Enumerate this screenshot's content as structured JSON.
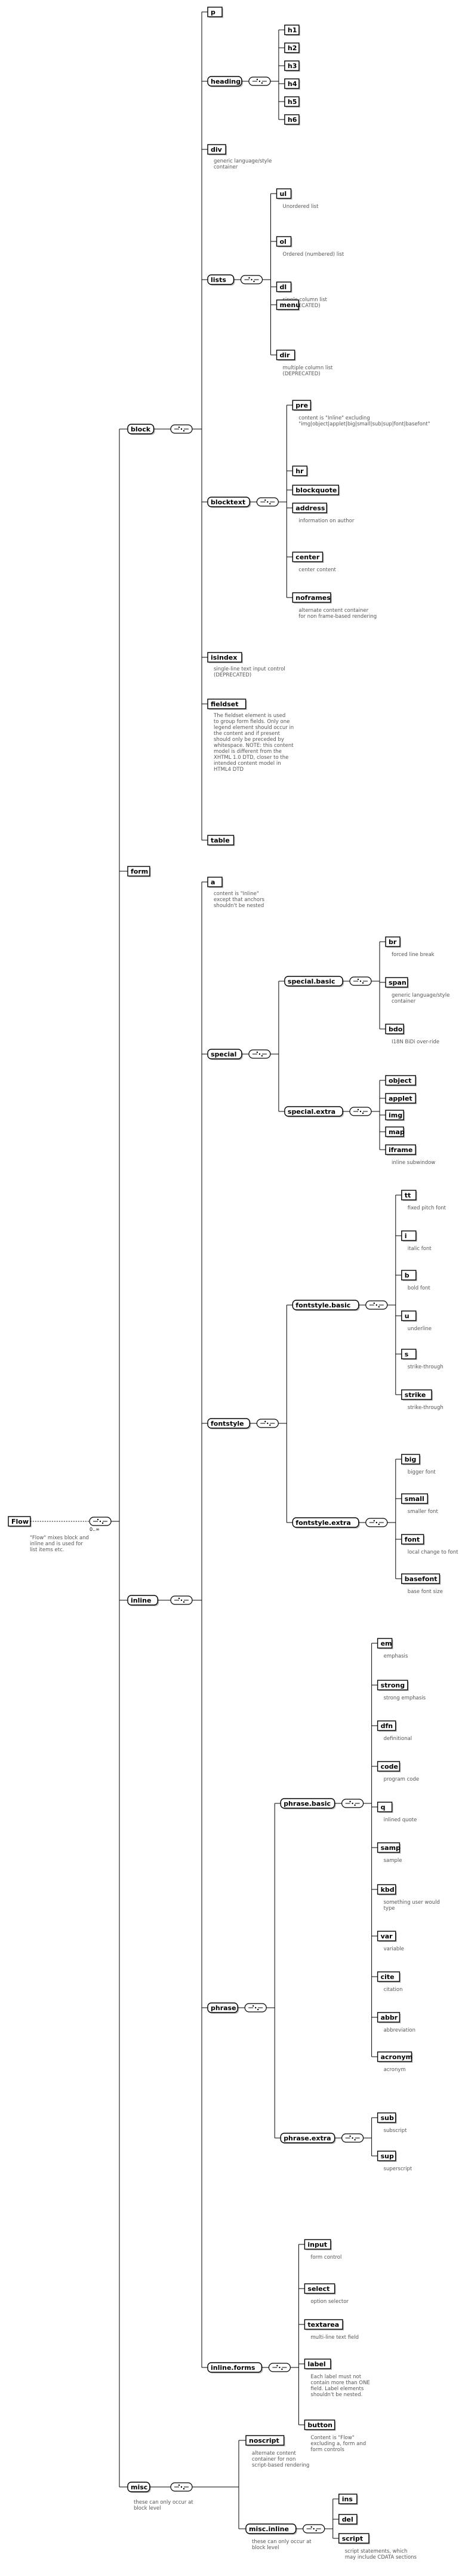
{
  "root": {
    "name": "Flow",
    "note": "\"Flow\" mixes block and inline and is used for list items etc.",
    "multiplicity": "0..∞"
  },
  "groups": {
    "block": {
      "name": "block"
    },
    "form": {
      "name": "form"
    },
    "inline": {
      "name": "inline"
    },
    "misc": {
      "name": "misc",
      "note": "these can only occur at block level"
    }
  },
  "block_items": [
    {
      "name": "p"
    },
    {
      "name": "heading",
      "children": [
        "h1",
        "h2",
        "h3",
        "h4",
        "h5",
        "h6"
      ]
    },
    {
      "name": "div",
      "note": "generic language/style container"
    },
    {
      "name": "lists",
      "children": [
        {
          "name": "ul",
          "note": "Unordered list"
        },
        {
          "name": "ol",
          "note": "Ordered (numbered) list"
        },
        {
          "name": "dl",
          "note": "single column list (DEPRECATED)"
        },
        {
          "name": "menu",
          "note": ""
        },
        {
          "name": "dir",
          "note": "multiple column list (DEPRECATED)"
        }
      ]
    },
    {
      "name": "blocktext",
      "children": [
        {
          "name": "pre",
          "note": "content is \"Inline\" excluding \"img|object|applet|big|small|sub|sup|font|basefont\""
        },
        {
          "name": "hr",
          "note": ""
        },
        {
          "name": "blockquote",
          "note": ""
        },
        {
          "name": "address",
          "note": "information on author"
        },
        {
          "name": "center",
          "note": "center content"
        },
        {
          "name": "noframes",
          "note": "alternate content container for non frame-based rendering"
        }
      ]
    },
    {
      "name": "isindex",
      "note": "single-line text input control (DEPRECATED)"
    },
    {
      "name": "fieldset",
      "note": "The fieldset element is used to group form fields. Only one legend element should occur in the content and if present should only be preceded by whitespace. NOTE: this content model is different from the XHTML 1.0 DTD, closer to the intended content model in HTML4 DTD"
    },
    {
      "name": "table"
    }
  ],
  "inline_items": [
    {
      "name": "a",
      "note": "content is \"Inline\" except that anchors shouldn't be nested"
    },
    {
      "name": "special",
      "subgroups": [
        {
          "name": "special.basic",
          "children": [
            {
              "name": "br",
              "note": "forced line break"
            },
            {
              "name": "span",
              "note": "generic language/style container"
            },
            {
              "name": "bdo",
              "note": "I18N BiDi over-ride"
            }
          ]
        },
        {
          "name": "special.extra",
          "children": [
            {
              "name": "object",
              "note": ""
            },
            {
              "name": "applet",
              "note": ""
            },
            {
              "name": "img",
              "note": ""
            },
            {
              "name": "map",
              "note": ""
            },
            {
              "name": "iframe",
              "note": "inline subwindow"
            }
          ]
        }
      ]
    },
    {
      "name": "fontstyle",
      "subgroups": [
        {
          "name": "fontstyle.basic",
          "children": [
            {
              "name": "tt",
              "note": "fixed pitch font"
            },
            {
              "name": "i",
              "note": "italic font"
            },
            {
              "name": "b",
              "note": "bold font"
            },
            {
              "name": "u",
              "note": "underline"
            },
            {
              "name": "s",
              "note": "strike-through"
            },
            {
              "name": "strike",
              "note": "strike-through"
            }
          ]
        },
        {
          "name": "fontstyle.extra",
          "children": [
            {
              "name": "big",
              "note": "bigger font"
            },
            {
              "name": "small",
              "note": "smaller font"
            },
            {
              "name": "font",
              "note": "local change to font"
            },
            {
              "name": "basefont",
              "note": "base font size"
            }
          ]
        }
      ]
    },
    {
      "name": "phrase",
      "subgroups": [
        {
          "name": "phrase.basic",
          "children": [
            {
              "name": "em",
              "note": "emphasis"
            },
            {
              "name": "strong",
              "note": "strong emphasis"
            },
            {
              "name": "dfn",
              "note": "definitional"
            },
            {
              "name": "code",
              "note": "program code"
            },
            {
              "name": "q",
              "note": "inlined quote"
            },
            {
              "name": "samp",
              "note": "sample"
            },
            {
              "name": "kbd",
              "note": "something user would type"
            },
            {
              "name": "var",
              "note": "variable"
            },
            {
              "name": "cite",
              "note": "citation"
            },
            {
              "name": "abbr",
              "note": "abbreviation"
            },
            {
              "name": "acronym",
              "note": "acronym"
            }
          ]
        },
        {
          "name": "phrase.extra",
          "children": [
            {
              "name": "sub",
              "note": "subscript"
            },
            {
              "name": "sup",
              "note": "superscript"
            }
          ]
        }
      ]
    },
    {
      "name": "inline.forms",
      "children": [
        {
          "name": "input",
          "note": "form control"
        },
        {
          "name": "select",
          "note": "option selector"
        },
        {
          "name": "textarea",
          "note": "multi-line text field"
        },
        {
          "name": "label",
          "note": "Each label must not contain more than ONE field. Label elements shouldn't be nested."
        },
        {
          "name": "button",
          "note": "Content is \"Flow\" excluding a, form and form controls"
        }
      ]
    }
  ],
  "misc_items": [
    {
      "name": "noscript",
      "note": "alternate content container for non script-based rendering"
    },
    {
      "name": "misc.inline",
      "note": "these can only occur at block level",
      "children": [
        {
          "name": "ins",
          "note": ""
        },
        {
          "name": "del",
          "note": ""
        },
        {
          "name": "script",
          "note": "script statements, which may include CDATA sections"
        }
      ]
    }
  ]
}
